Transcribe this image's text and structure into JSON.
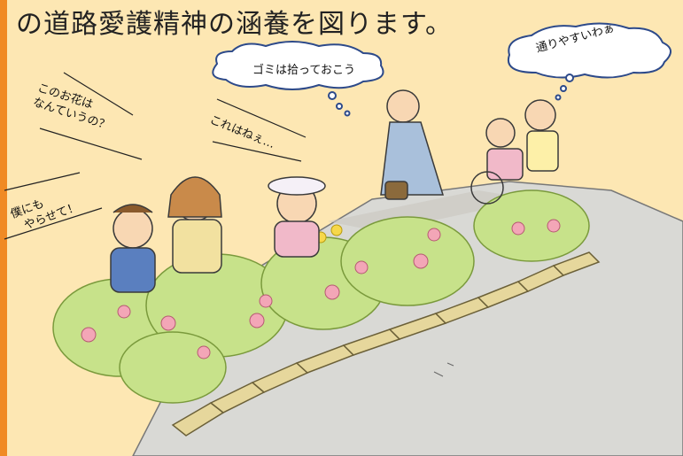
{
  "headline": "の道路愛護精神の涵養を図ります。",
  "speech": {
    "pickup_trash": "ゴミは拾っておこう",
    "easy_to_pass": "通りやすいわぁ",
    "flower_question_line1": "このお花は",
    "flower_question_line2": "なんていうの？",
    "this_is": "これはねぇ…",
    "let_me_line1": "僕にも",
    "let_me_line2": "やらせて！"
  },
  "colors": {
    "background": "#fde7b3",
    "accent_bar": "#f08a24",
    "road": "#d9d9d5",
    "curb": "#e6d79c",
    "hedge": "#c7e28a",
    "flower": "#f3a6b7"
  }
}
